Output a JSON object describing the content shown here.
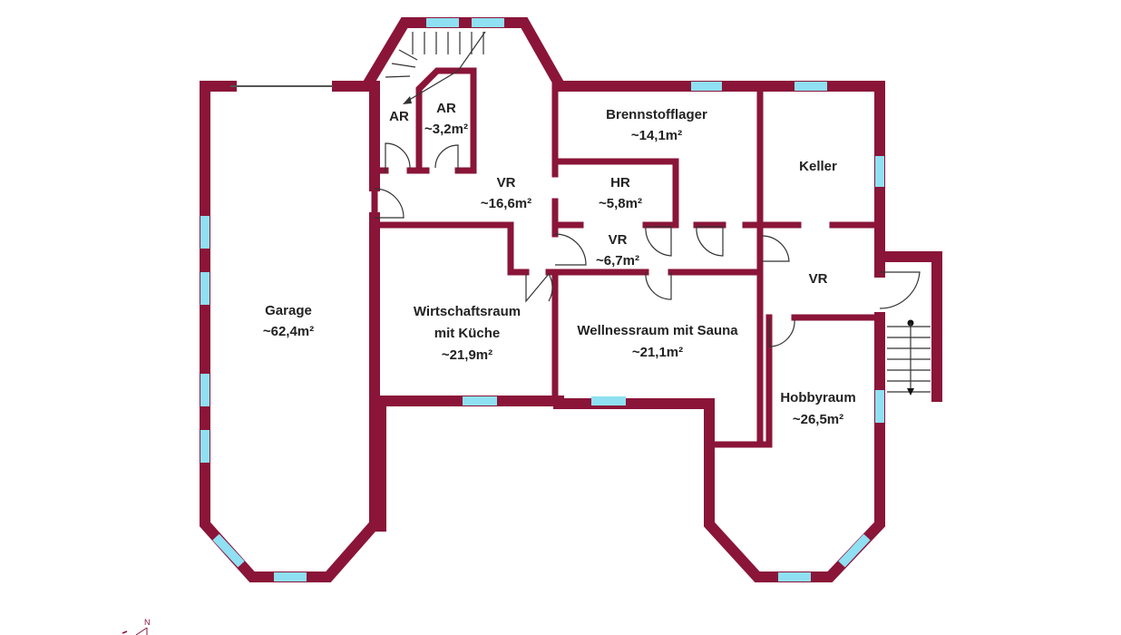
{
  "rooms": {
    "garage": {
      "name": "Garage",
      "area": "~62,4m²"
    },
    "ar_left": {
      "name": "AR"
    },
    "ar_right": {
      "name": "AR",
      "area": "~3,2m²"
    },
    "vr_hall": {
      "name": "VR",
      "area": "~16,6m²"
    },
    "brennstofflager": {
      "name": "Brennstofflager",
      "area": "~14,1m²"
    },
    "hr": {
      "name": "HR",
      "area": "~5,8m²"
    },
    "keller": {
      "name": "Keller"
    },
    "vr_corridor": {
      "name": "VR",
      "area": "~6,7m²"
    },
    "vr_right": {
      "name": "VR"
    },
    "wirtschaftsraum": {
      "line1": "Wirtschaftsraum",
      "line2": "mit Küche",
      "area": "~21,9m²"
    },
    "wellnessraum": {
      "name": "Wellnessraum mit Sauna",
      "area": "~21,1m²"
    },
    "hobbyraum": {
      "name": "Hobbyraum",
      "area": "~26,5m²"
    }
  },
  "compass": {
    "label": "N"
  },
  "colors": {
    "wall": "#8a1538",
    "window": "#8fe0f2"
  }
}
